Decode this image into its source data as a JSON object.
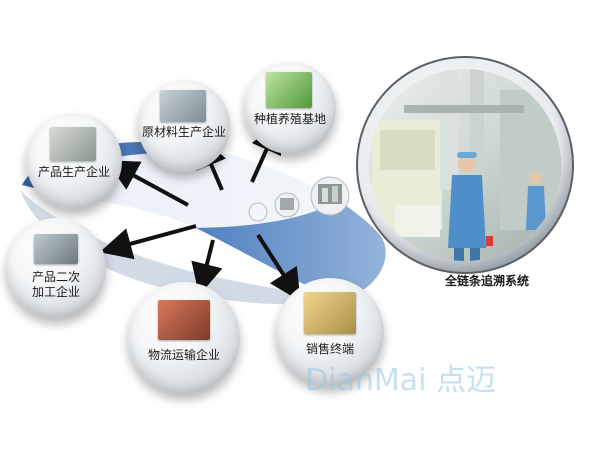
{
  "nodes": {
    "raw_material": "原材料生产企业",
    "planting_base": "种植养殖基地",
    "product_production": "产品生产企业",
    "secondary_processing_line1": "产品二次",
    "secondary_processing_line2": "加工企业",
    "logistics": "物流运输企业",
    "sales_terminal": "销售终端"
  },
  "caption": "全链条追溯系统",
  "watermark": "DianMai 点迈"
}
